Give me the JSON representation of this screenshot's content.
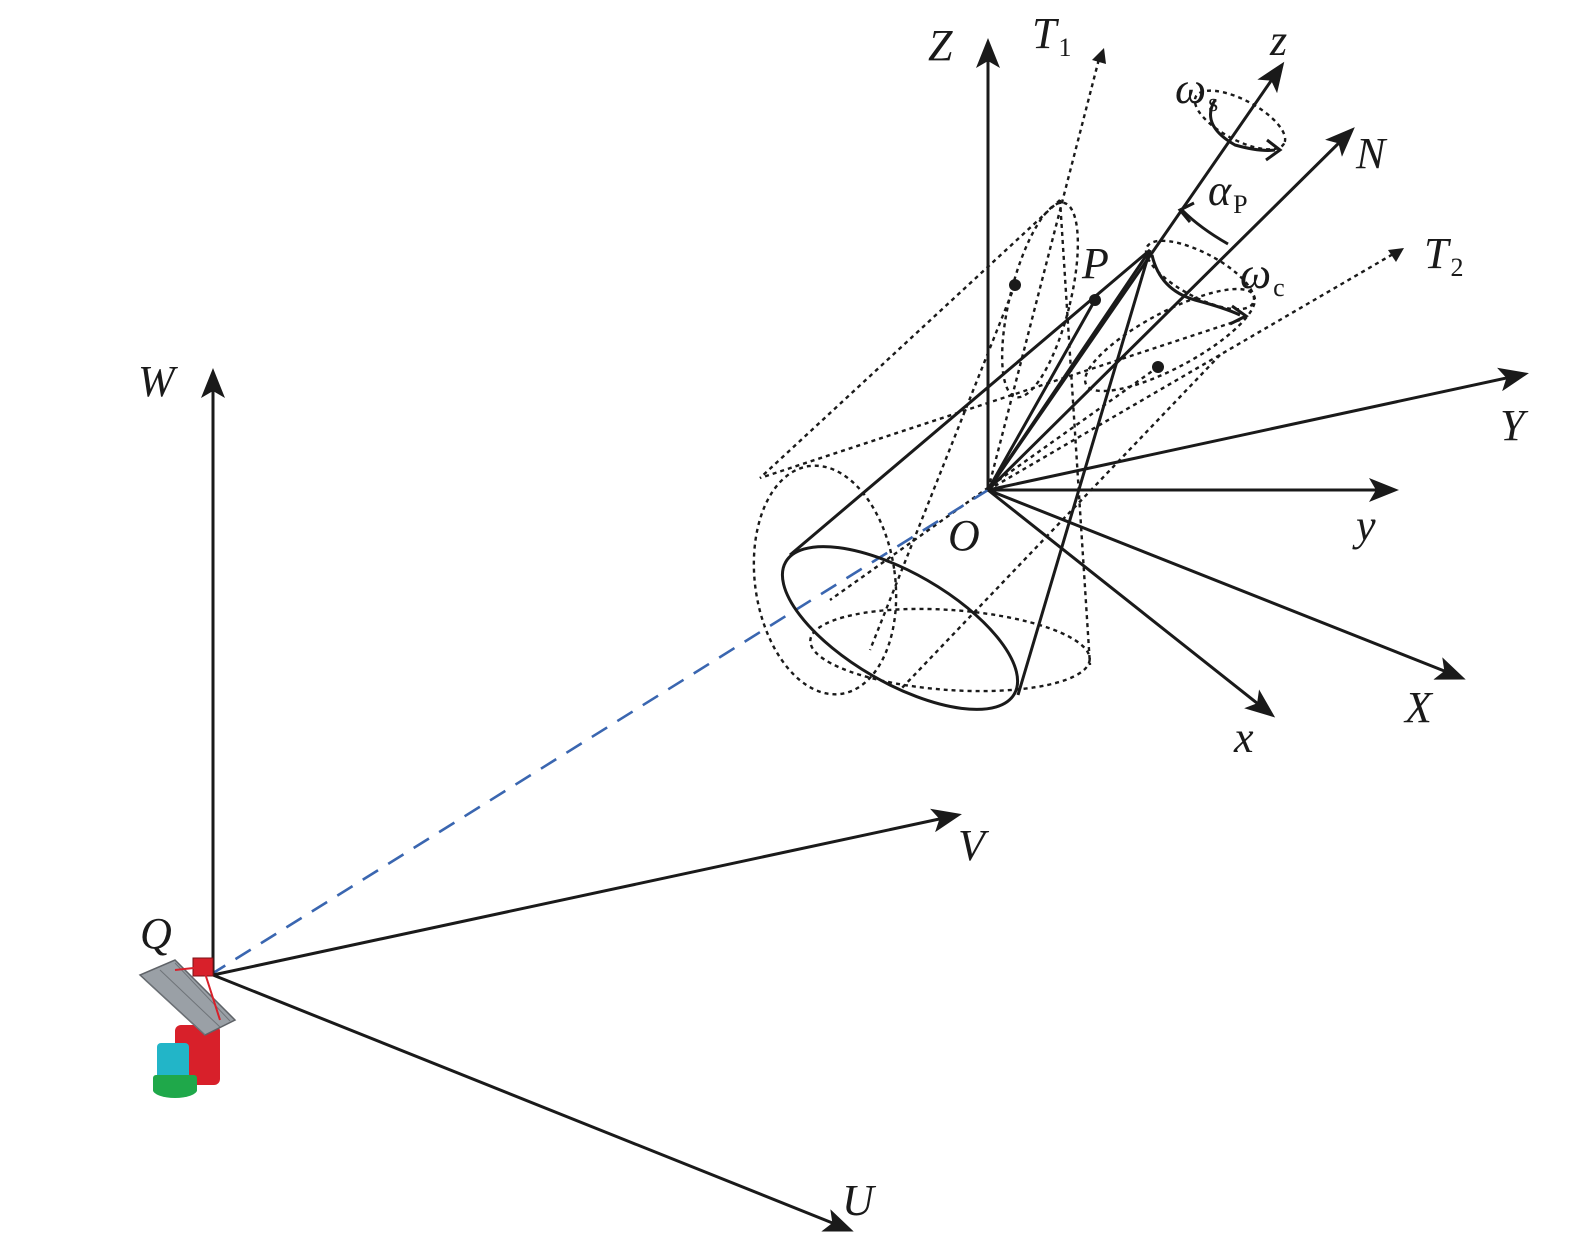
{
  "diagram": {
    "colors": {
      "line": "#1a1a1a",
      "line_of_sight": "#3a66b0",
      "antenna_red": "#d8202a",
      "antenna_dish": "#9aa0a6",
      "antenna_cyan": "#22b5c8",
      "antenna_green": "#1fa84a"
    },
    "station_axes": {
      "W": "W",
      "V": "V",
      "U": "U"
    },
    "station_label": "Q",
    "station_icon": "radio-telescope-icon",
    "target_axes": {
      "Z": "Z",
      "Y": "Y",
      "X": "X",
      "z": "z",
      "y": "y",
      "x": "x",
      "N": "N"
    },
    "center_label": "O",
    "point_label": "P",
    "tumble_axes": {
      "T1_base": "T",
      "T1_sub": "1",
      "T2_base": "T",
      "T2_sub": "2"
    },
    "rotations": {
      "spin_base": "ω",
      "spin_sub": "s",
      "cone_base": "ω",
      "cone_sub": "c"
    },
    "angle": {
      "base": "α",
      "sub": "P"
    }
  }
}
